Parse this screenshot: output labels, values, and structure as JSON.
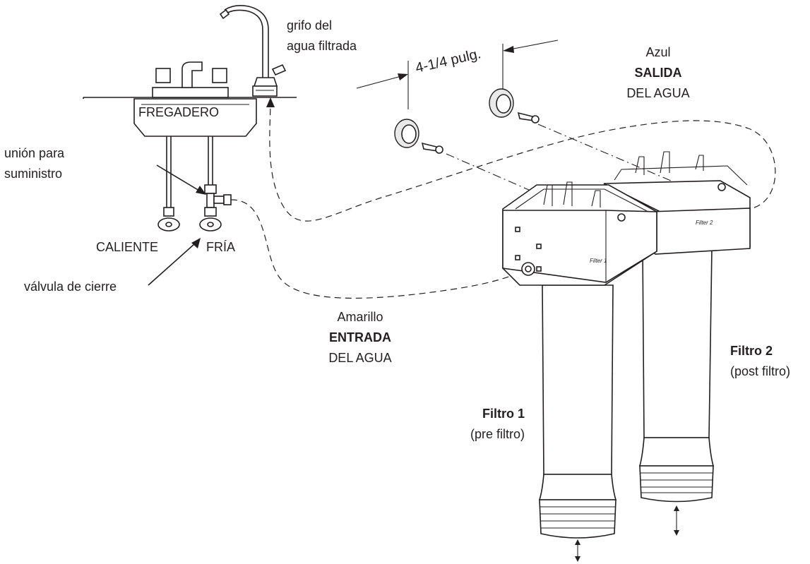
{
  "labels": {
    "faucet_line1": "grifo del",
    "faucet_line2": "agua filtrada",
    "sink": "FREGADERO",
    "supply_union_line1": "unión para",
    "supply_union_line2": "suministro",
    "hot": "CALIENTE",
    "cold": "FRÍA",
    "shutoff_valve": "válvula de cierre",
    "spacing": "4-1/4 pulg.",
    "outlet_color": "Azul",
    "outlet_title": "SALIDA",
    "outlet_sub": "DEL AGUA",
    "inlet_color": "Amarillo",
    "inlet_title": "ENTRADA",
    "inlet_sub": "DEL AGUA",
    "filter1_title": "Filtro 1",
    "filter1_sub": "(pre filtro)",
    "filter2_title": "Filtro 2",
    "filter2_sub": "(post filtro)",
    "head1_marking": "Filter 1",
    "head2_marking": "Filter 2"
  }
}
